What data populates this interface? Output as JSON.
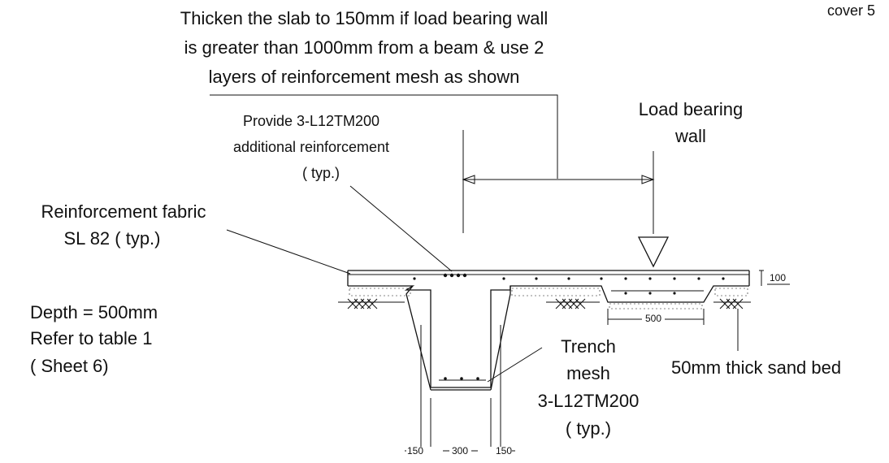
{
  "labels": {
    "header_line1": "Thicken the slab to 150mm if load bearing wall",
    "header_line2": "is greater than 1000mm from a beam & use 2",
    "header_line3": "layers of reinforcement mesh as shown",
    "cover_cut": "cover 5",
    "load_wall_1": "Load bearing",
    "load_wall_2": "wall",
    "provide_1": "Provide 3-L12TM200",
    "provide_2": "additional reinforcement",
    "provide_3": "( typ.)",
    "fabric_1": "Reinforcement fabric",
    "fabric_2": "SL 82  ( typ.)",
    "depth_1": "Depth = 500mm",
    "depth_2": "Refer to table 1",
    "depth_3": "( Sheet 6)",
    "trench_1": "Trench",
    "trench_2": "mesh",
    "trench_3": "3-L12TM200",
    "trench_4": "( typ.)",
    "sand_bed": "50mm thick sand bed",
    "dim_100": "100",
    "dim_500": "500",
    "dim_150a": "150",
    "dim_300": "300",
    "dim_150b": "150"
  }
}
